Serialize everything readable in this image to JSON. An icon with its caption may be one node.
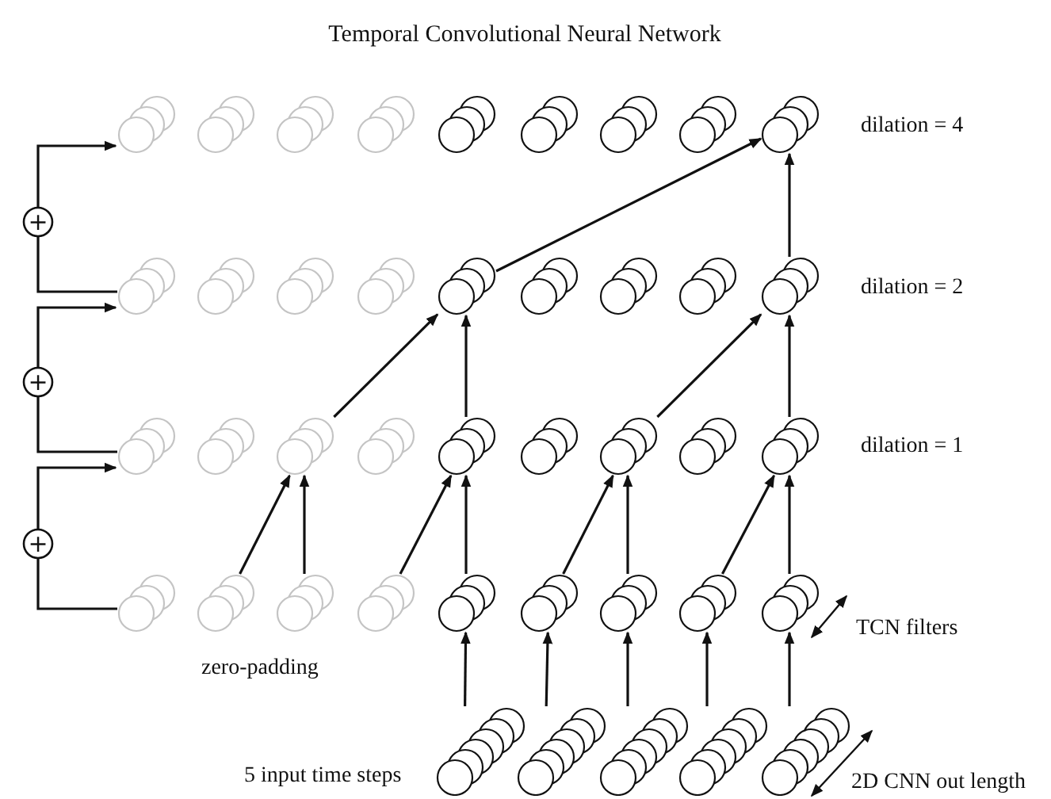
{
  "diagram": {
    "title": "Temporal Convolutional Neural Network",
    "nodes": [
      {
        "text": [],
        "shape": "circle"
      },
      {
        "text": [],
        "shape": "circle"
      },
      {
        "text": [],
        "shape": "circle"
      },
      {
        "text": [],
        "shape": "circle"
      },
      {
        "text": [],
        "shape": "circle"
      },
      {
        "text": [],
        "shape": "circle"
      },
      {
        "text": [],
        "shape": "circle"
      },
      {
        "text": [],
        "shape": "circle"
      },
      {
        "text": [],
        "shape": "circle"
      },
      {
        "text": [],
        "shape": "circle"
      },
      {
        "text": [],
        "shape": "circle"
      },
      {
        "text": [],
        "shape": "circle"
      },
      {
        "text": [],
        "shape": "circle"
      },
      {
        "text": [],
        "shape": "circle"
      },
      {
        "text": [],
        "shape": "circle"
      },
      {
        "text": [],
        "shape": "circle"
      },
      {
        "text": [],
        "shape": "circle"
      },
      {
        "text": [],
        "shape": "circle"
      },
      {
        "text": [],
        "shape": "circle"
      },
      {
        "text": [],
        "shape": "circle"
      },
      {
        "text": [],
        "shape": "circle"
      },
      {
        "text": [],
        "shape": "circle"
      },
      {
        "text": [],
        "shape": "circle"
      },
      {
        "text": [],
        "shape": "circle"
      },
      {
        "text": [],
        "shape": "circle"
      },
      {
        "text": [],
        "shape": "circle"
      },
      {
        "text": [],
        "shape": "circle"
      },
      {
        "text": [],
        "shape": "circle"
      },
      {
        "text": [],
        "shape": "circle"
      },
      {
        "text": [],
        "shape": "circle"
      },
      {
        "text": [],
        "shape": "circle"
      },
      {
        "text": [],
        "shape": "circle"
      },
      {
        "text": [],
        "shape": "circle"
      },
      {
        "text": [],
        "shape": "circle"
      },
      {
        "text": [],
        "shape": "circle"
      },
      {
        "text": [],
        "shape": "circle"
      },
      {
        "text": [],
        "shape": "circle"
      },
      {
        "text": [],
        "shape": "circle"
      },
      {
        "text": [],
        "shape": "circle"
      },
      {
        "text": [],
        "shape": "circle"
      },
      {
        "text": [],
        "shape": "circle"
      },
      {
        "text": [
          "+"
        ]
      },
      {
        "text": [
          "+"
        ]
      },
      {
        "text": [
          "+"
        ]
      }
    ],
    "edges": [
      {
        "from": 36,
        "to": 31,
        "arrow": "to"
      },
      {
        "from": 37,
        "to": 32,
        "arrow": "to"
      },
      {
        "from": 38,
        "to": 33,
        "arrow": "to"
      },
      {
        "from": 39,
        "to": 34,
        "arrow": "to"
      },
      {
        "from": 40,
        "to": 35,
        "arrow": "to"
      },
      {
        "from": 28,
        "to": 20,
        "arrow": "to"
      },
      {
        "from": 29,
        "to": 20,
        "arrow": "to"
      },
      {
        "from": 30,
        "to": 22,
        "arrow": "to"
      },
      {
        "from": 31,
        "to": 22,
        "arrow": "to"
      },
      {
        "from": 32,
        "to": 24,
        "arrow": "to"
      },
      {
        "from": 33,
        "to": 24,
        "arrow": "to"
      },
      {
        "from": 34,
        "to": 26,
        "arrow": "to"
      },
      {
        "from": 35,
        "to": 26,
        "arrow": "to"
      },
      {
        "from": 20,
        "to": 13,
        "arrow": "to"
      },
      {
        "from": 22,
        "to": 13,
        "arrow": "to"
      },
      {
        "from": 24,
        "to": 17,
        "arrow": "to"
      },
      {
        "from": 26,
        "to": 17,
        "arrow": "to"
      },
      {
        "from": 13,
        "to": 8,
        "arrow": "to"
      },
      {
        "from": 17,
        "to": 8,
        "arrow": "to"
      },
      {
        "from": 27,
        "to": 43,
        "arrow": "none"
      },
      {
        "from": 43,
        "to": 18,
        "arrow": "to"
      },
      {
        "from": 18,
        "to": 42,
        "arrow": "none"
      },
      {
        "from": 42,
        "to": 9,
        "arrow": "to"
      },
      {
        "from": 9,
        "to": 41,
        "arrow": "none"
      },
      {
        "from": 41,
        "to": 0,
        "arrow": "to"
      }
    ],
    "labels": [
      "dilation = 4",
      "dilation = 2",
      "dilation = 1",
      "TCN filters",
      "zero-padding",
      "5 input time steps",
      "2D CNN out length"
    ]
  }
}
